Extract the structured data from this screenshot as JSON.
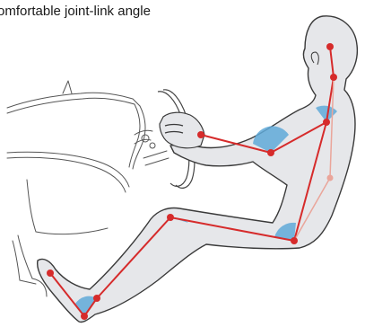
{
  "caption": "omfortable joint-link angle",
  "colors": {
    "body_fill": "#e6e7ea",
    "outline": "#3a3a3a",
    "link_line": "#d62b2b",
    "faint_link": "#eaa59a",
    "joint_arc": "#5fa9d8"
  },
  "joints": [
    "head",
    "neck",
    "shoulder",
    "elbow",
    "wrist",
    "hip",
    "knee",
    "ankle",
    "heel",
    "toe"
  ]
}
